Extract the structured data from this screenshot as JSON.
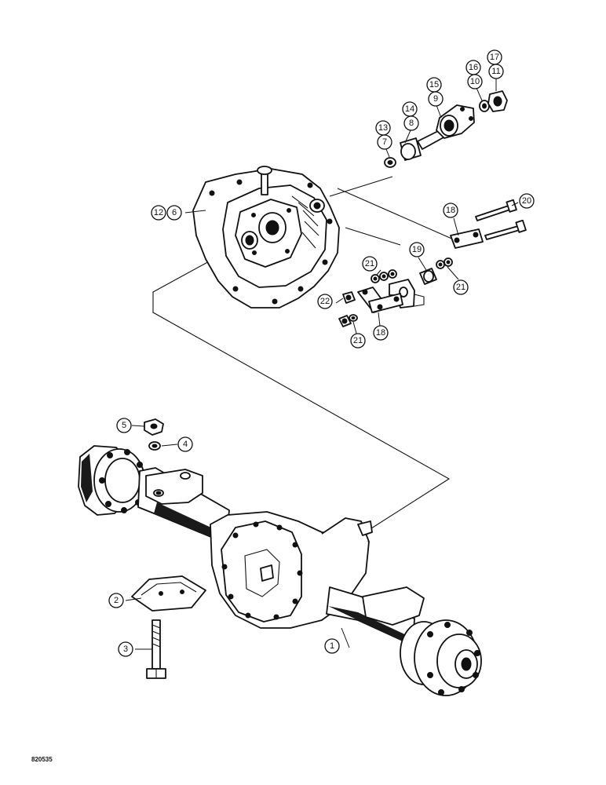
{
  "figure_code": "820535",
  "callouts": {
    "c1": "1",
    "c2": "2",
    "c3": "3",
    "c4": "4",
    "c5": "5",
    "c6": "6",
    "c7": "7",
    "c8": "8",
    "c9": "9",
    "c10": "10",
    "c11": "11",
    "c12": "12",
    "c13": "13",
    "c14": "14",
    "c15": "15",
    "c16": "16",
    "c17": "17",
    "c18a": "18",
    "c18b": "18",
    "c19": "19",
    "c20": "20",
    "c21a": "21",
    "c21b": "21",
    "c21c": "21",
    "c22": "22"
  }
}
